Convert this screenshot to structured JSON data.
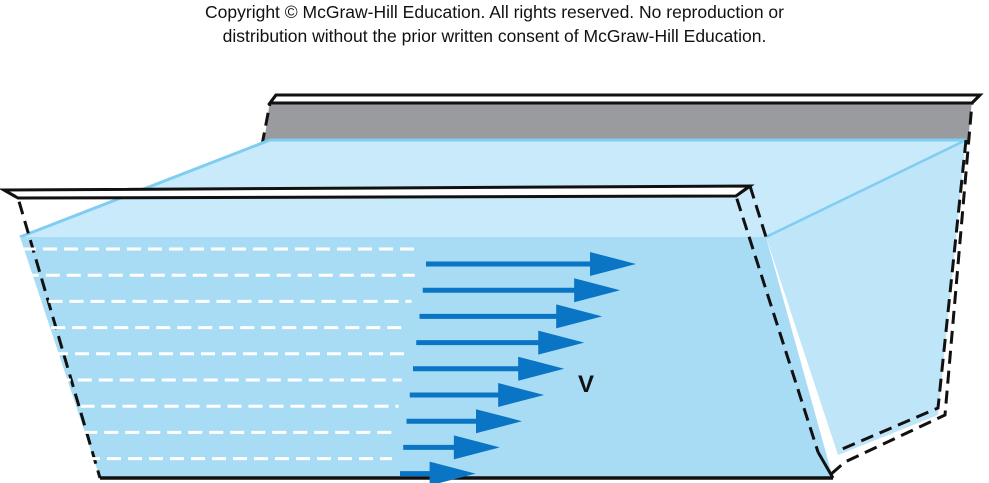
{
  "copyright": {
    "line1": "Copyright © McGraw-Hill Education.  All rights reserved. No reproduction or",
    "line2": "distribution without the prior written consent of McGraw-Hill Education."
  },
  "diagram": {
    "velocity_label": "V",
    "velocity_profile": [
      1.0,
      0.94,
      0.87,
      0.8,
      0.72,
      0.64,
      0.55,
      0.46,
      0.36
    ],
    "colors": {
      "water_body": "#a8dcf5",
      "water_top": "#c9eafa",
      "water_back": "#bfe5f8",
      "top_edge": "#7fcdf0",
      "back_wall": "#999b9e",
      "arrow": "#0a75c4",
      "streamline": "#ffffff",
      "outline": "#111111"
    }
  }
}
